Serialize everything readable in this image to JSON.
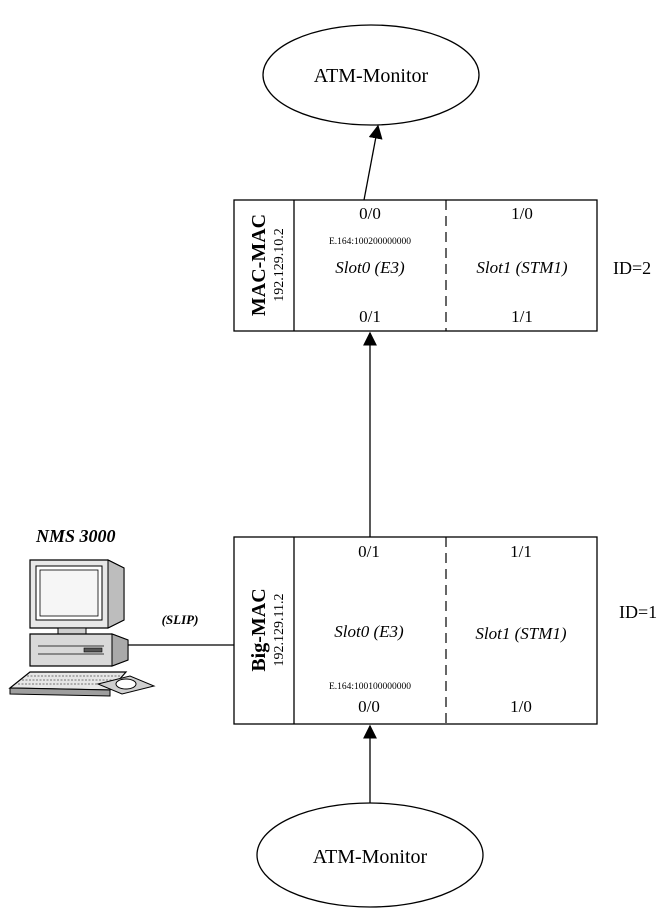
{
  "top_monitor": {
    "label": "ATM-Monitor"
  },
  "bottom_monitor": {
    "label": "ATM-Monitor"
  },
  "mac_mac": {
    "name": "MAC-MAC",
    "ip": "192.129.10.2",
    "id_label": "ID=2",
    "slot0": {
      "top_port": "0/0",
      "bottom_port": "0/1",
      "label": "Slot0 (E3)",
      "e164": "E.164:100200000000"
    },
    "slot1": {
      "top_port": "1/0",
      "bottom_port": "1/1",
      "label": "Slot1 (STM1)"
    }
  },
  "big_mac": {
    "name": "Big-MAC",
    "ip": "192.129.11.2",
    "id_label": "ID=1",
    "slot0": {
      "top_port": "0/1",
      "bottom_port": "0/0",
      "label": "Slot0 (E3)",
      "e164": "E.164:100100000000"
    },
    "slot1": {
      "top_port": "1/1",
      "bottom_port": "1/0",
      "label": "Slot1 (STM1)"
    }
  },
  "nms": {
    "label": "NMS 3000",
    "link_label": "(SLIP)"
  }
}
